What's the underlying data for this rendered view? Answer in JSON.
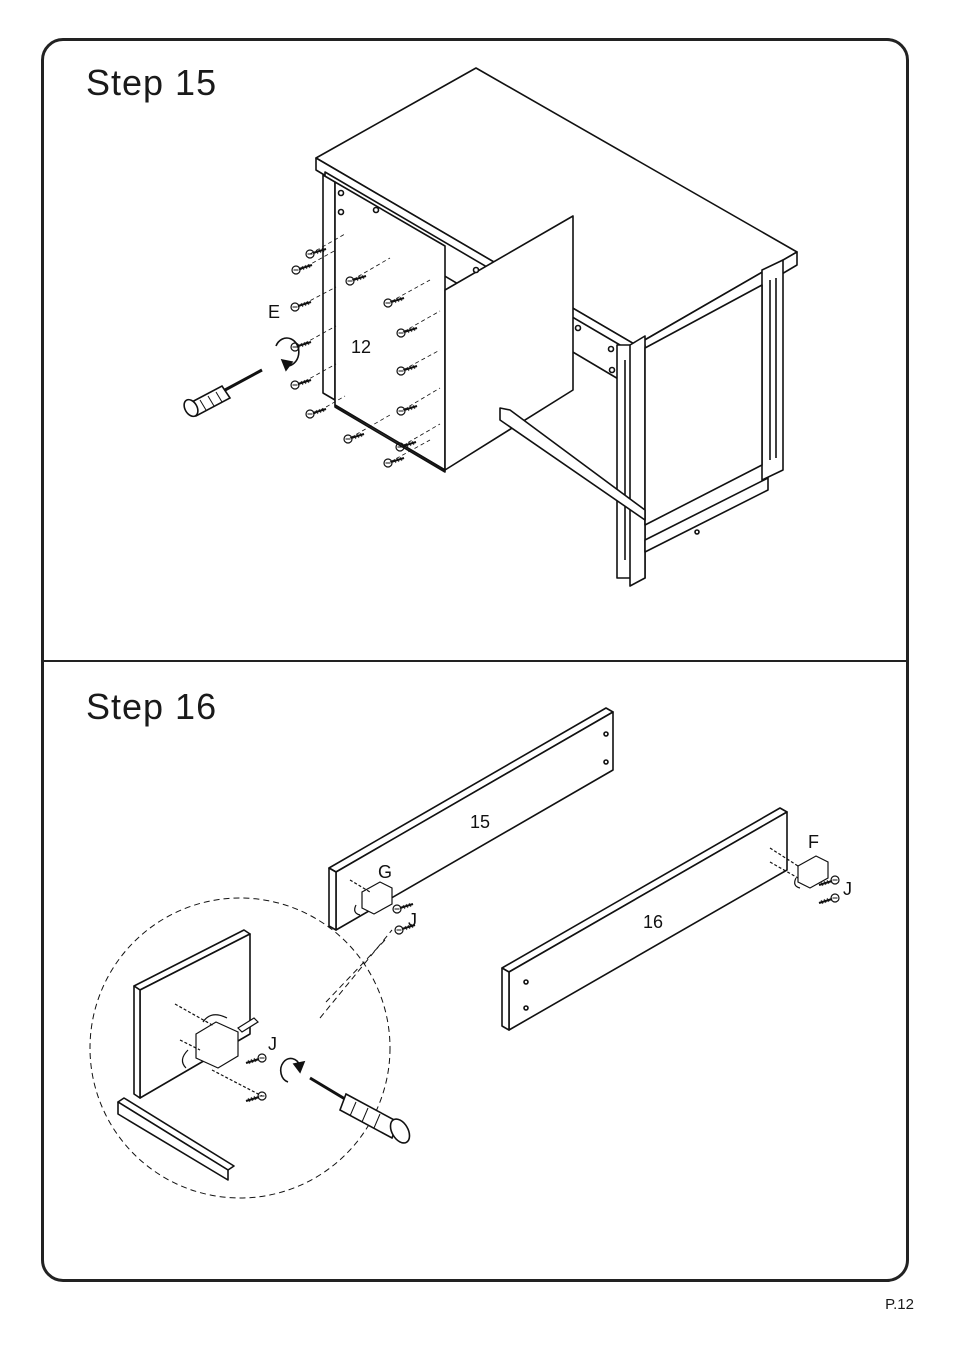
{
  "steps": [
    {
      "title": "Step  15",
      "labels": {
        "hardware": "E",
        "part": "12"
      },
      "icons": [
        "screwdriver-icon",
        "rotate-clockwise-icon",
        "screw-icon"
      ]
    },
    {
      "title": "Step  16",
      "labels": {
        "part_a": "15",
        "part_b": "16",
        "bracket_left": "G",
        "screw_left": "J",
        "bracket_right": "F",
        "screw_right": "J",
        "screw_detail": "J"
      },
      "icons": [
        "screwdriver-icon",
        "rotate-clockwise-icon",
        "screw-icon",
        "magnifier-detail-circle"
      ]
    }
  ],
  "page_number": "P.12"
}
